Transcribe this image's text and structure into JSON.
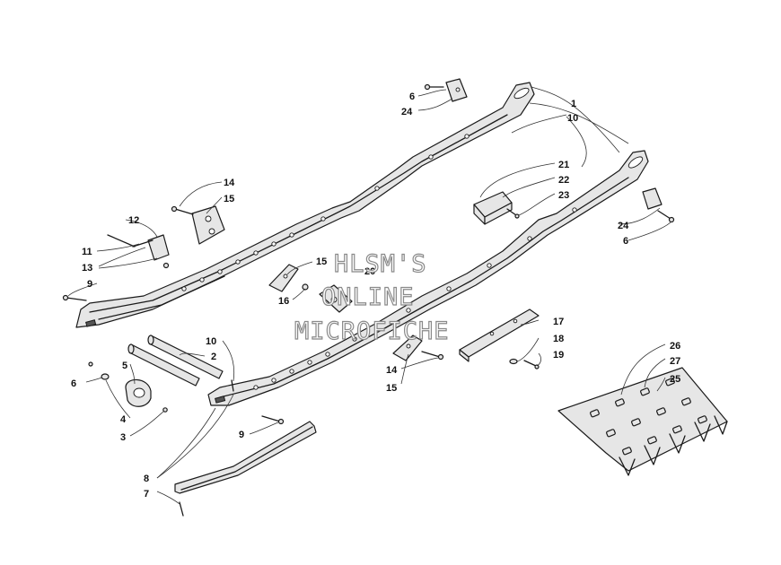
{
  "watermark": {
    "line1": "HLSM'S",
    "line2": "ONLINE",
    "line3": "MICROFICHE"
  },
  "callouts": [
    {
      "id": "c1",
      "label": "1"
    },
    {
      "id": "c10a",
      "label": "10"
    },
    {
      "id": "c6a",
      "label": "6"
    },
    {
      "id": "c24a",
      "label": "24"
    },
    {
      "id": "c21",
      "label": "21"
    },
    {
      "id": "c22",
      "label": "22"
    },
    {
      "id": "c23",
      "label": "23"
    },
    {
      "id": "c24b",
      "label": "24"
    },
    {
      "id": "c6b",
      "label": "6"
    },
    {
      "id": "c14a",
      "label": "14"
    },
    {
      "id": "c15a",
      "label": "15"
    },
    {
      "id": "c12",
      "label": "12"
    },
    {
      "id": "c11",
      "label": "11"
    },
    {
      "id": "c13",
      "label": "13"
    },
    {
      "id": "c9a",
      "label": "9"
    },
    {
      "id": "c15b",
      "label": "15"
    },
    {
      "id": "c20",
      "label": "20"
    },
    {
      "id": "c16",
      "label": "16"
    },
    {
      "id": "c17",
      "label": "17"
    },
    {
      "id": "c18",
      "label": "18"
    },
    {
      "id": "c19",
      "label": "19"
    },
    {
      "id": "c14b",
      "label": "14"
    },
    {
      "id": "c15c",
      "label": "15"
    },
    {
      "id": "c10b",
      "label": "10"
    },
    {
      "id": "c2",
      "label": "2"
    },
    {
      "id": "c5",
      "label": "5"
    },
    {
      "id": "c6c",
      "label": "6"
    },
    {
      "id": "c4",
      "label": "4"
    },
    {
      "id": "c3",
      "label": "3"
    },
    {
      "id": "c9b",
      "label": "9"
    },
    {
      "id": "c8",
      "label": "8"
    },
    {
      "id": "c7",
      "label": "7"
    },
    {
      "id": "c26",
      "label": "26"
    },
    {
      "id": "c27",
      "label": "27"
    },
    {
      "id": "c25",
      "label": "25"
    }
  ]
}
